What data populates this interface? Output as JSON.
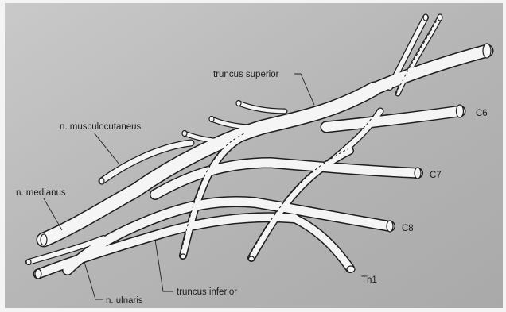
{
  "labels": {
    "truncus_superior": "truncus superior",
    "n_musculocutaneus": "n. musculocutaneus",
    "n_medianus": "n. medianus",
    "n_ulnaris": "n. ulnaris",
    "truncus_inferior": "truncus inferior",
    "c6": "C6",
    "c7": "C7",
    "c8": "C8",
    "th1": "Th1"
  },
  "colors": {
    "background": "#b8b8b8",
    "nerve_fill": "#f5f5f5",
    "nerve_outline": "#1e1e1e"
  }
}
